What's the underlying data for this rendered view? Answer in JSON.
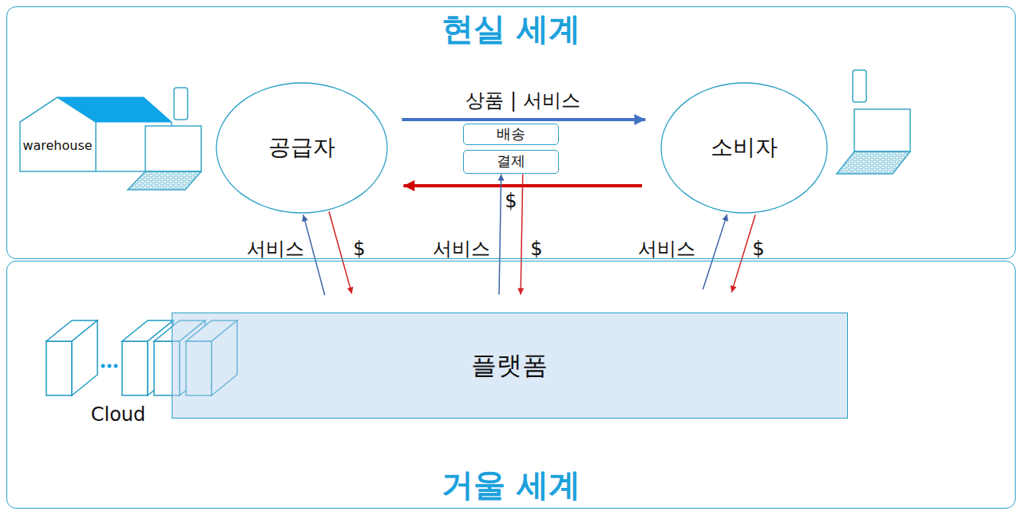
{
  "diagram": {
    "nodes": [
      {
        "text": [
          "현실 세계"
        ]
      },
      {
        "text": [
          "warehouse"
        ],
        "in": 0
      },
      {
        "text": [
          "공급자"
        ],
        "in": 0
      },
      {
        "text": [
          "배송"
        ],
        "in": 0
      },
      {
        "text": [
          "결제"
        ],
        "in": 0
      },
      {
        "text": [
          "소비자"
        ],
        "in": 0
      },
      {
        "text": [
          "거울 세계"
        ]
      },
      {
        "text": [
          "플랫폼"
        ],
        "in": 6
      }
    ],
    "edges": [
      {
        "from": 2,
        "to": 5,
        "arrow": "to",
        "label": "상품 | 서비스"
      },
      {
        "from": 5,
        "to": 2,
        "arrow": "to",
        "label": "$"
      },
      {
        "from": 7,
        "to": 2,
        "arrow": "to",
        "label": "서비스"
      },
      {
        "from": 2,
        "to": 7,
        "arrow": "to",
        "label": "$"
      },
      {
        "from": 7,
        "to": 4,
        "arrow": "to",
        "label": "서비스"
      },
      {
        "from": 4,
        "to": 7,
        "arrow": "to",
        "label": "$"
      },
      {
        "from": 7,
        "to": 5,
        "arrow": "to",
        "label": "서비스"
      },
      {
        "from": 5,
        "to": 7,
        "arrow": "to",
        "label": "$"
      }
    ],
    "labels": [
      "Cloud"
    ]
  }
}
